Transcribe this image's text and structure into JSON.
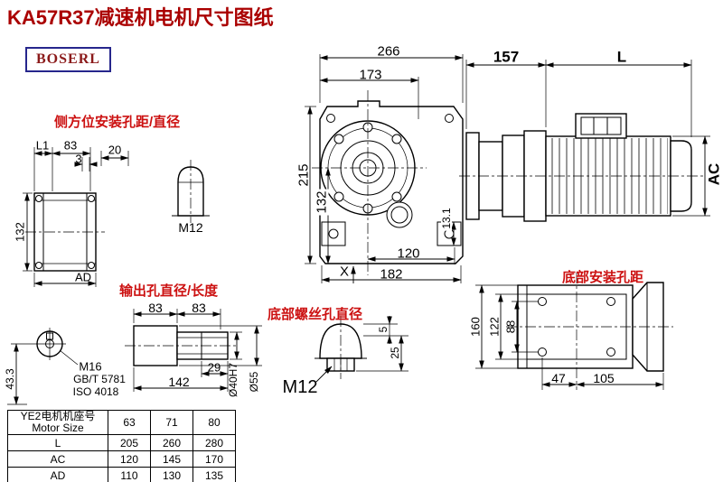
{
  "page": {
    "title": "KA57R37减速机电机尺寸图纸",
    "logo": "BOSERL"
  },
  "annotations": {
    "side_mount": "侧方位安装孔距/直径",
    "output_hole": "输出孔直径/长度",
    "bottom_screw": "底部螺丝孔直径",
    "bottom_mount": "底部安装孔距"
  },
  "dims": {
    "overall_width": "266",
    "flange_width": "173",
    "gear_unit_length": "157",
    "motor_length_label": "L",
    "overall_height": "215",
    "axis_height": "132",
    "bolt_span_bottom": "120",
    "base_width": "182",
    "pad_height": "13.1",
    "datum_x": "X",
    "motor_diameter_label": "AC",
    "side_l1": "L1",
    "side_83": "83",
    "side_3": "3",
    "side_pin_20": "20",
    "side_thread": "M12",
    "side_height_132": "132",
    "side_ad": "AD",
    "shaft_83_a": "83",
    "shaft_83_b": "83",
    "shaft_29": "29",
    "shaft_142": "142",
    "shaft_thread": "M16",
    "shaft_std_gb": "GB/T 5781",
    "shaft_std_iso": "ISO 4018",
    "shaft_bore": "Ø40H7",
    "shaft_od": "Ø55",
    "shaft_43_3": "43.3",
    "bottom_thread": "M12",
    "bolt_5": "5",
    "bolt_25": "25",
    "mount_160": "160",
    "mount_122": "122",
    "mount_88": "88",
    "mount_47": "47",
    "mount_105": "105"
  },
  "table": {
    "col_header_line1": "YE2电机机座号",
    "col_header_line2": "Motor Size",
    "sizes": [
      "63",
      "71",
      "80"
    ],
    "rows": [
      {
        "label": "L",
        "values": [
          "205",
          "260",
          "280"
        ]
      },
      {
        "label": "AC",
        "values": [
          "120",
          "145",
          "170"
        ]
      },
      {
        "label": "AD",
        "values": [
          "110",
          "130",
          "135"
        ]
      }
    ]
  },
  "colors": {
    "accent_red": "#cc1111",
    "title_red": "#aa0000",
    "line_black": "#000000",
    "logo_text": "#8b1a1a",
    "logo_border": "#26268c"
  }
}
